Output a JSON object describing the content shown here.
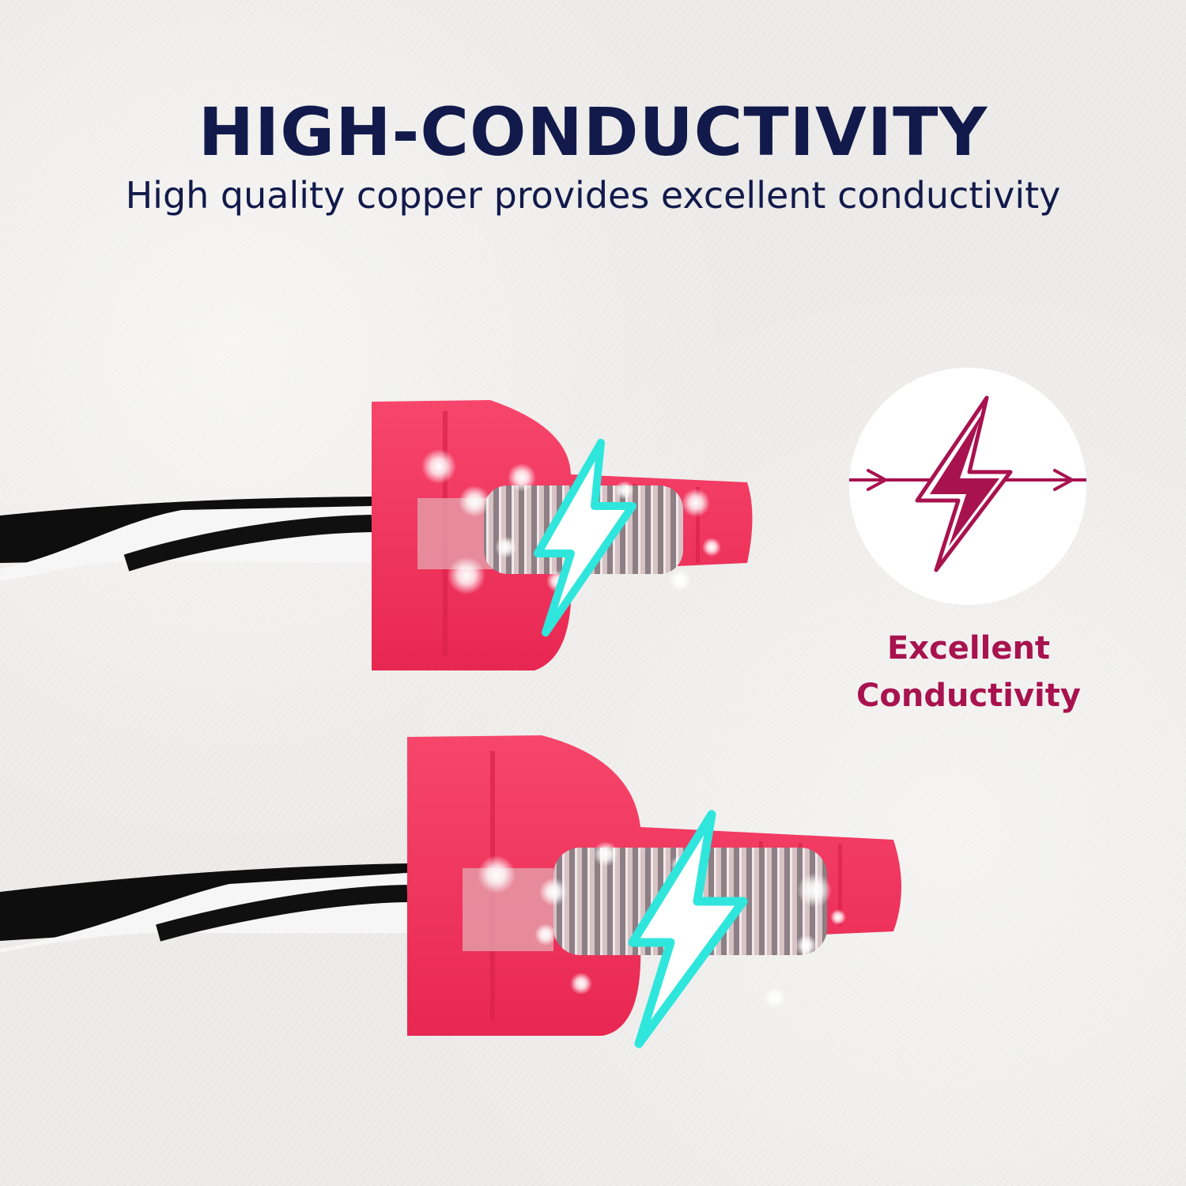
{
  "header": {
    "title": "HIGH-CONDUCTIVITY",
    "subtitle": "High quality copper provides excellent conductivity"
  },
  "badge": {
    "label_line1": "Excellent",
    "label_line2": "Conductivity",
    "icon": "lightning-arrow-icon"
  },
  "colors": {
    "title": "#121a4b",
    "accent": "#a8124f",
    "connector": "#f0395f",
    "spark": "#2fe6dc",
    "background": "#eeedeb"
  },
  "illustration": {
    "connectors": [
      "red-wire-connector",
      "red-wire-connector"
    ],
    "icons": [
      "lightning-icon",
      "lightning-icon"
    ]
  }
}
